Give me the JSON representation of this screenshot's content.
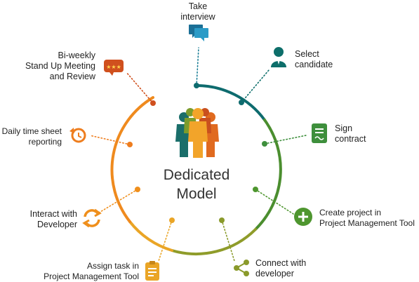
{
  "center": {
    "line1": "Dedicated",
    "line2": "Model"
  },
  "steps": [
    {
      "id": "take-interview",
      "lines": [
        "Take",
        "interview"
      ],
      "icon": "chat-bubbles-icon",
      "color": "#1b7e96"
    },
    {
      "id": "select-candidate",
      "lines": [
        "Select",
        "candidate"
      ],
      "icon": "person-icon",
      "color": "#0d6e6a"
    },
    {
      "id": "sign-contract",
      "lines": [
        "Sign",
        "contract"
      ],
      "icon": "contract-document-icon",
      "color": "#3e8f3c"
    },
    {
      "id": "create-project",
      "lines": [
        "Create project in",
        "Project Management Tool"
      ],
      "icon": "plus-circle-icon",
      "color": "#4e962f"
    },
    {
      "id": "connect-developer",
      "lines": [
        "Connect with",
        "developer"
      ],
      "icon": "share-icon",
      "color": "#8a9a2b"
    },
    {
      "id": "assign-task",
      "lines": [
        "Assign task in",
        "Project Management Tool"
      ],
      "icon": "clipboard-icon",
      "color": "#eaa526"
    },
    {
      "id": "interact-developer",
      "lines": [
        "Interact with",
        "Developer"
      ],
      "icon": "refresh-arrows-icon",
      "color": "#ef8f1c"
    },
    {
      "id": "daily-timesheet",
      "lines": [
        "Daily time sheet",
        "reporting"
      ],
      "icon": "clock-history-icon",
      "color": "#ee7d1e"
    },
    {
      "id": "standup-meeting",
      "lines": [
        "Bi-weekly",
        "Stand Up Meeting",
        "and Review"
      ],
      "icon": "rating-stars-icon",
      "color": "#d0501e"
    }
  ],
  "people_colors": [
    "#1a6e6a",
    "#7c9c2c",
    "#f2a42a",
    "#e06a1f",
    "#c9501e"
  ]
}
